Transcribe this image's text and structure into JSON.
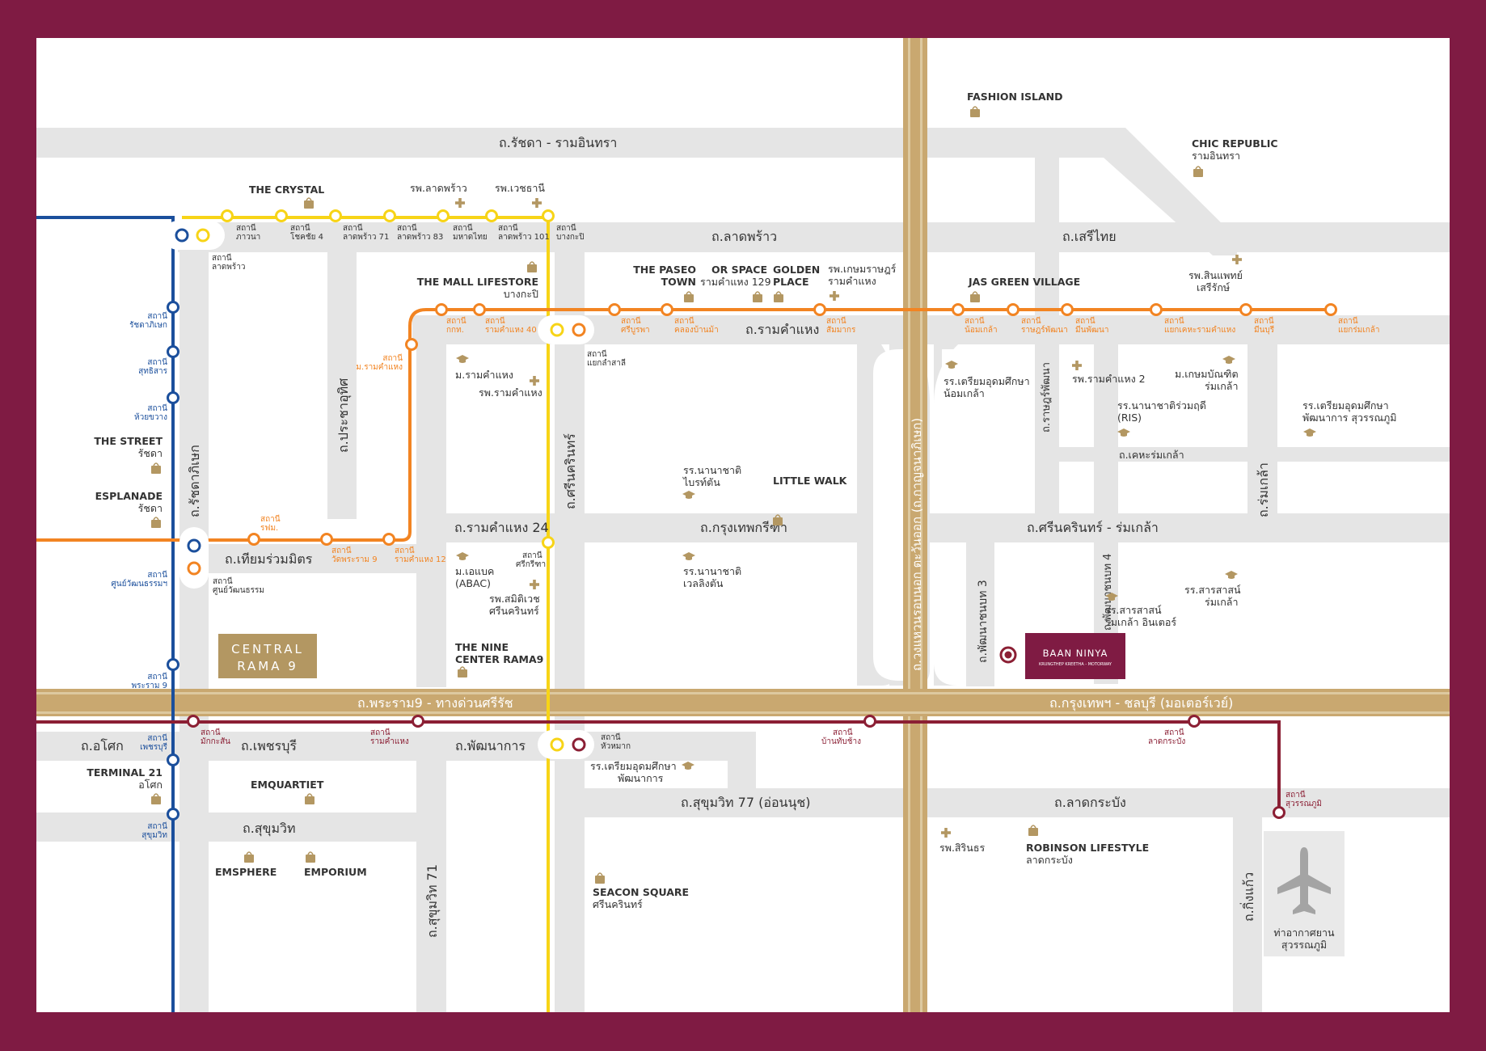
{
  "colors": {
    "frame": "#7f1b43",
    "map_bg": "#ffffff",
    "road": "#e5e5e5",
    "highway": "#c9a870",
    "blue_line": "#1b4f9c",
    "yellow_line": "#f7d417",
    "orange_line": "#f28422",
    "red_line": "#8b1f34",
    "poi_gold": "#b39762"
  },
  "roads": {
    "ratchada_ramintra": "ถ.รัชดา - รามอินทรา",
    "ladprao": "ถ.ลาดพร้าว",
    "serithai": "ถ.เสรีไทย",
    "ramkhamhaeng": "ถ.รามคำแหง",
    "ratchadaphisek": "ถ.รัชดาภิเษก",
    "pracha_uthit": "ถ.ประชาอุทิศ",
    "srinakarin": "ถ.ศรีนครินทร์",
    "ramkhamhaeng24": "ถ.รามคำแหง 24",
    "krungthep_kreetha": "ถ.กรุงเทพกรีฑา",
    "srinakarin_romklao": "ถ.ศรีนครินทร์ - ร่มเกล้า",
    "tiam_ruam_mit": "ถ.เทียมร่วมมิตร",
    "rama9_expressway": "ถ.พระราม9 - ทางด่วนศรีรัช",
    "krungthep_chonburi": "ถ.กรุงเทพฯ - ชลบุรี (มอเตอร์เวย์)",
    "asoke": "ถ.อโศก",
    "phetchaburi": "ถ.เพชรบุรี",
    "phatthanakan": "ถ.พัฒนาการ",
    "sukhumvit": "ถ.สุขุมวิท",
    "sukhumvit77": "ถ.สุขุมวิท 77 (อ่อนนุช)",
    "lat_krabang": "ถ.ลาดกระบัง",
    "sukhumvit71": "ถ.สุขุมวิท 71",
    "king_kaeo": "ถ.กิ่งแก้ว",
    "romklao": "ถ.ร่มเกล้า",
    "kheha_romklao": "ถ.เคหะร่มเกล้า",
    "rat_phatthana": "ถ.ราษฎร์พัฒนา",
    "phatthana_chonnabot3": "ถ.พัฒนาชนบท 3",
    "phatthana_chonnabot4": "ถ.พัฒนาชนบท 4",
    "outer_ring": "ถ.วงแหวนรอบนอก ตะวันออก (ถ.กาญจนาภิเษก)"
  },
  "stations": {
    "kawna": [
      "สถานี",
      "ภาวนา"
    ],
    "chokchai4": [
      "สถานี",
      "โชคชัย 4"
    ],
    "ladprao71": [
      "สถานี",
      "ลาดพร้าว 71"
    ],
    "ladprao83": [
      "สถานี",
      "ลาดพร้าว 83"
    ],
    "mahat_thai": [
      "สถานี",
      "มหาดไทย"
    ],
    "ladprao101": [
      "สถานี",
      "ลาดพร้าว 101"
    ],
    "bang_kapi": [
      "สถานี",
      "บางกะปิ"
    ],
    "ladprao": [
      "สถานี",
      "ลาดพร้าว"
    ],
    "ratchadaphisek": [
      "สถานี",
      "รัชดาภิเษก"
    ],
    "sutthisan": [
      "สถานี",
      "สุทธิสาร"
    ],
    "huai_khwang": [
      "สถานี",
      "ห้วยขวาง"
    ],
    "cultural_center_l": [
      "สถานี",
      "ศูนย์วัฒนธรรมฯ"
    ],
    "cultural_center_r": [
      "สถานี",
      "ศูนย์วัฒนธรรม"
    ],
    "rama9": [
      "สถานี",
      "พระราม 9"
    ],
    "phetchaburi": [
      "สถานี",
      "เพชรบุรี"
    ],
    "sukhumvit": [
      "สถานี",
      "สุขุมวิท"
    ],
    "krm": [
      "สถานี",
      "กกท."
    ],
    "ramkhamhaeng40": [
      "สถานี",
      "รามคำแหง 40"
    ],
    "si_burapha": [
      "สถานี",
      "ศรีบูรพา"
    ],
    "khlong_ban_ma": [
      "สถานี",
      "คลองบ้านม้า"
    ],
    "sammakon": [
      "สถานี",
      "สัมมากร"
    ],
    "noi_klao": [
      "สถานี",
      "น้อมเกล้า"
    ],
    "rat_phatthana": [
      "สถานี",
      "ราษฎร์พัฒนา"
    ],
    "min_phatthana": [
      "สถานี",
      "มีนพัฒนา"
    ],
    "yaek_kheha_ram": [
      "สถานี",
      "แยกเคหะรามคำแหง"
    ],
    "min_buri": [
      "สถานี",
      "มีนบุรี"
    ],
    "yaek_romklao": [
      "สถานี",
      "แยกร่มเกล้า"
    ],
    "ram_rama_hosp": [
      "สถานี",
      "ม.รามคำแหง"
    ],
    "yaek_lam_sali": [
      "สถานี",
      "แยกลำสาลี"
    ],
    "rfm": [
      "สถานี",
      "รฟม."
    ],
    "wat_phra_ram9": [
      "สถานี",
      "วัดพระราม 9"
    ],
    "ramkhamhaeng12": [
      "สถานี",
      "รามคำแหง 12"
    ],
    "si_kritha": [
      "สถานี",
      "ศรีกรีฑา"
    ],
    "makkasan": [
      "สถานี",
      "มักกะสัน"
    ],
    "ramkhamhaeng_arl": [
      "สถานี",
      "รามคำแหง"
    ],
    "hua_mak": [
      "สถานี",
      "หัวหมาก"
    ],
    "ban_thap_chang": [
      "สถานี",
      "บ้านทับช้าง"
    ],
    "lat_krabang": [
      "สถานี",
      "ลาดกระบัง"
    ],
    "suvarnabhumi": [
      "สถานี",
      "สุวรรณภูมิ"
    ]
  },
  "pois": {
    "fashion_island": "FASHION ISLAND",
    "chic_republic": [
      "CHIC REPUBLIC",
      "รามอินทรา"
    ],
    "the_crystal": "THE CRYSTAL",
    "ladprao_hosp": "รพ.ลาดพร้าว",
    "vejthani_hosp": "รพ.เวชธานี",
    "the_mall": [
      "THE MALL LIFESTORE",
      "บางกะปิ"
    ],
    "paseo": [
      "THE PASEO",
      "TOWN"
    ],
    "or_space": [
      "OR SPACE",
      "รามคำแหง 129"
    ],
    "golden_place": [
      "GOLDEN",
      "PLACE"
    ],
    "kasem_hosp": [
      "รพ.เกษมราษฎร์",
      "รามคำแหง"
    ],
    "jas_green": "JAS GREEN VILLAGE",
    "sinphaet_hosp": [
      "รพ.สินแพทย์",
      "เสรีรักษ์"
    ],
    "ramkhamhaeng_univ": "ม.รามคำแหง",
    "ramkhamhaeng_hosp": "รพ.รามคำแหง",
    "triam_noi_klao": [
      "รร.เตรียมอุดมศึกษา",
      "น้อมเกล้า"
    ],
    "ramkhamhaeng2_hosp": "รพ.รามคำแหง 2",
    "kasem_bundit": [
      "ม.เกษมบัณฑิต",
      "ร่มเกล้า"
    ],
    "ris": [
      "รร.นานาชาติร่วมฤดี",
      "(RIS)"
    ],
    "triam_phatthanakan_suvarnabhumi": [
      "รร.เตรียมอุดมศึกษา",
      "พัฒนาการ สุวรรณภูมิ"
    ],
    "the_street": [
      "THE STREET",
      "รัชดา"
    ],
    "esplanade": [
      "ESPLANADE",
      "รัชดา"
    ],
    "bright_school": [
      "รร.นานาชาติ",
      "ไบรท์ตัน"
    ],
    "little_walk": "LITTLE WALK",
    "abac": [
      "ม.เอแบค",
      "(ABAC)"
    ],
    "samitivej": [
      "รพ.สมิติเวช",
      "ศรีนครินทร์"
    ],
    "wellington": [
      "รร.นานาชาติ",
      "เวลลิงตัน"
    ],
    "sarasas_romklao": [
      "รร.สารสาสน์",
      "ร่มเกล้า"
    ],
    "sarasas_inter": [
      "รร.สารสาสน์",
      "ร่มเกล้า อินเตอร์"
    ],
    "central_rama9": [
      "CENTRAL",
      "RAMA 9"
    ],
    "nine_center": [
      "THE NINE",
      "CENTER RAMA9"
    ],
    "baan_ninya": [
      "BAAN NINYA",
      "KRUNGTHEP KREETHA - MOTORWAY"
    ],
    "triam_phatthanakan": [
      "รร.เตรียมอุดมศึกษา",
      "พัฒนาการ"
    ],
    "terminal21": [
      "TERMINAL 21",
      "อโศก"
    ],
    "emquartier": "EMQUARTIET",
    "emsphere": "EMSPHERE",
    "emporium": "EMPORIUM",
    "seacon": [
      "SEACON SQUARE",
      "ศรีนครินทร์"
    ],
    "sirindhorn_hosp": "รพ.สิรินธร",
    "robinson": [
      "ROBINSON LIFESTYLE",
      "ลาดกระบัง"
    ],
    "airport": [
      "ท่าอากาศยาน",
      "สุวรรณภูมิ"
    ]
  }
}
